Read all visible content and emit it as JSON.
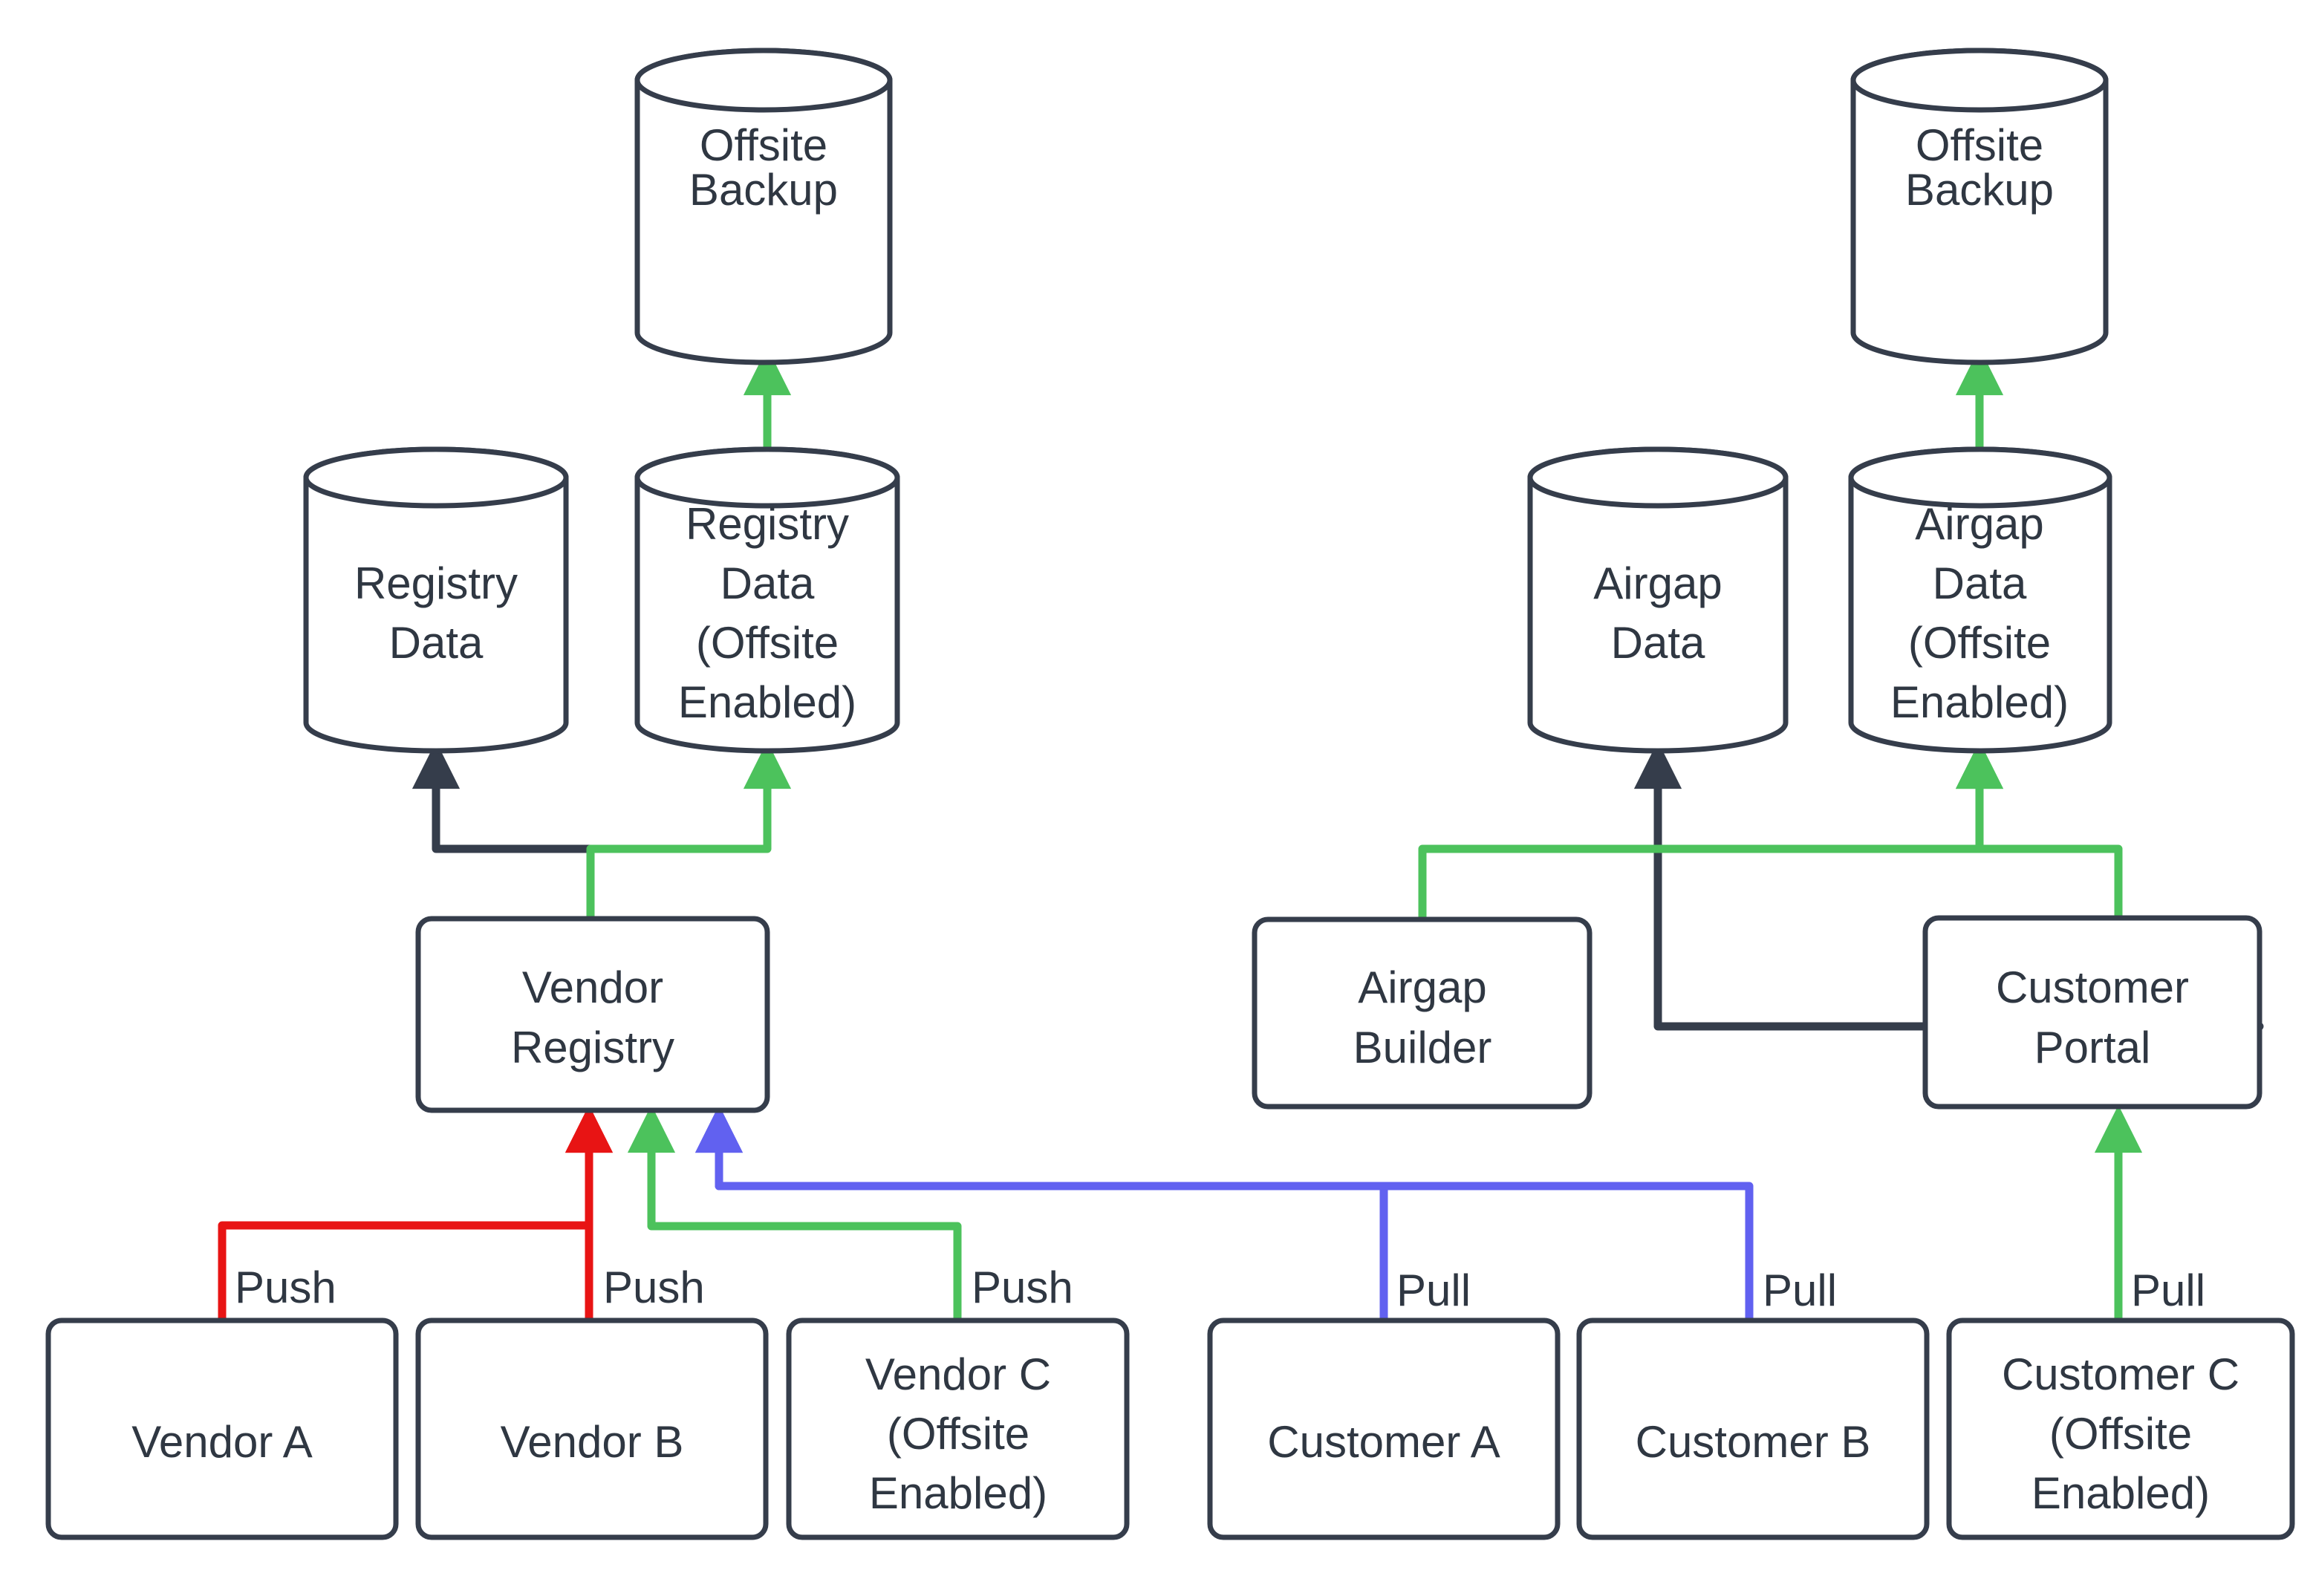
{
  "diagram": {
    "title": "Vendor registry and customer airgap data flow",
    "type": "flowchart",
    "background": "#ffffff",
    "colors": {
      "node_stroke": "#353D4B",
      "node_fill": "#ffffff",
      "text": "#2F3742",
      "edge_dark": "#353D4B",
      "edge_green": "#4CC25C",
      "edge_red": "#E81414",
      "edge_blue": "#6161F0"
    },
    "nodes": {
      "offsite_backup_left": {
        "label_line1": "Offsite",
        "label_line2": "Backup",
        "shape": "cylinder"
      },
      "offsite_backup_right": {
        "label_line1": "Offsite",
        "label_line2": "Backup",
        "shape": "cylinder"
      },
      "registry_data": {
        "label_line1": "Registry",
        "label_line2": "Data",
        "shape": "cylinder"
      },
      "registry_data_offsite": {
        "label_line1": "Registry",
        "label_line2": "Data",
        "label_line3": "(Offsite",
        "label_line4": "Enabled)",
        "shape": "cylinder"
      },
      "airgap_data": {
        "label_line1": "Airgap",
        "label_line2": "Data",
        "shape": "cylinder"
      },
      "airgap_data_offsite": {
        "label_line1": "Airgap",
        "label_line2": "Data",
        "label_line3": "(Offsite",
        "label_line4": "Enabled)",
        "shape": "cylinder"
      },
      "vendor_registry": {
        "label_line1": "Vendor",
        "label_line2": "Registry",
        "shape": "rounded-rect"
      },
      "airgap_builder": {
        "label_line1": "Airgap",
        "label_line2": "Builder",
        "shape": "rounded-rect"
      },
      "customer_portal": {
        "label_line1": "Customer",
        "label_line2": "Portal",
        "shape": "rounded-rect"
      },
      "vendor_a": {
        "label_line1": "Vendor A",
        "shape": "rounded-rect"
      },
      "vendor_b": {
        "label_line1": "Vendor B",
        "shape": "rounded-rect"
      },
      "vendor_c": {
        "label_line1": "Vendor C",
        "label_line2": "(Offsite",
        "label_line3": "Enabled)",
        "shape": "rounded-rect"
      },
      "customer_a": {
        "label_line1": "Customer A",
        "shape": "rounded-rect"
      },
      "customer_b": {
        "label_line1": "Customer B",
        "shape": "rounded-rect"
      },
      "customer_c": {
        "label_line1": "Customer C",
        "label_line2": "(Offsite",
        "label_line3": "Enabled)",
        "shape": "rounded-rect"
      }
    },
    "edge_labels": {
      "vendor_a_push": "Push",
      "vendor_b_push": "Push",
      "vendor_c_push": "Push",
      "customer_a_pull": "Pull",
      "customer_b_pull": "Pull",
      "customer_c_pull": "Pull"
    },
    "edges": [
      {
        "from": "vendor_a",
        "to": "vendor_registry",
        "label": "Push",
        "color": "#E81414"
      },
      {
        "from": "vendor_b",
        "to": "vendor_registry",
        "label": "Push",
        "color": "#E81414"
      },
      {
        "from": "vendor_c",
        "to": "vendor_registry",
        "label": "Push",
        "color": "#4CC25C"
      },
      {
        "from": "customer_a",
        "to": "vendor_registry",
        "label": "Pull",
        "color": "#6161F0"
      },
      {
        "from": "customer_b",
        "to": "vendor_registry",
        "label": "Pull",
        "color": "#6161F0"
      },
      {
        "from": "customer_c",
        "to": "customer_portal",
        "label": "Pull",
        "color": "#4CC25C"
      },
      {
        "from": "vendor_registry",
        "to": "registry_data",
        "label": "",
        "color": "#353D4B"
      },
      {
        "from": "vendor_registry",
        "to": "registry_data_offsite",
        "label": "",
        "color": "#4CC25C"
      },
      {
        "from": "registry_data_offsite",
        "to": "offsite_backup_left",
        "label": "",
        "color": "#4CC25C"
      },
      {
        "from": "customer_portal",
        "to": "airgap_data",
        "label": "",
        "color": "#353D4B"
      },
      {
        "from": "airgap_builder",
        "to": "airgap_data_offsite",
        "label": "",
        "color": "#4CC25C"
      },
      {
        "from": "customer_portal",
        "to": "airgap_data_offsite",
        "label": "",
        "color": "#4CC25C"
      },
      {
        "from": "airgap_data_offsite",
        "to": "offsite_backup_right",
        "label": "",
        "color": "#4CC25C"
      }
    ]
  }
}
